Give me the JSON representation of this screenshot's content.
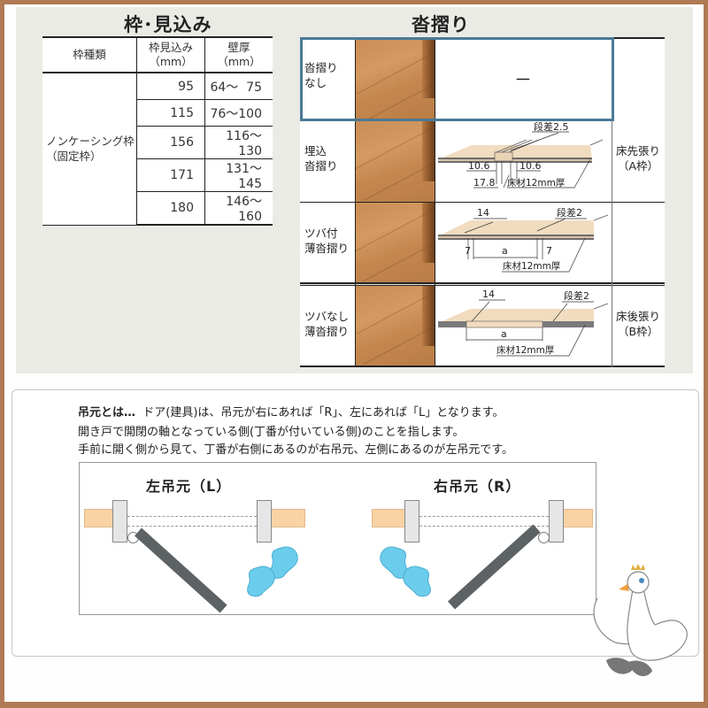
{
  "frame_table": {
    "title": "枠･見込み",
    "headers": [
      "枠種類",
      "枠見込み\n（mm）",
      "壁厚\n（mm）"
    ],
    "header_line1": [
      "枠種類",
      "枠見込み",
      "壁厚"
    ],
    "header_line2": [
      "",
      "（mm）",
      "（mm）"
    ],
    "frame_type_line1": "ノンケーシング枠",
    "frame_type_line2": "（固定枠）",
    "rows": [
      {
        "depth": "95",
        "wall": "64～  75"
      },
      {
        "depth": "115",
        "wall": "76～100"
      },
      {
        "depth": "156",
        "wall": "116～130"
      },
      {
        "depth": "171",
        "wall": "131～145"
      },
      {
        "depth": "180",
        "wall": "146～160"
      }
    ]
  },
  "sill_table": {
    "title": "沓摺り",
    "rows": [
      {
        "label_line1": "沓摺り",
        "label_line2": "なし",
        "diagram": "—",
        "highlighted": true
      },
      {
        "label_line1": "埋込",
        "label_line2": "沓摺り",
        "diagram": {
          "step": "段差2.5",
          "left": "10.6",
          "right": "10.6",
          "width": "17.8",
          "floor": "床材12mm厚"
        }
      },
      {
        "label_line1": "ツバ付",
        "label_line2": "薄沓摺り",
        "diagram": {
          "top": "14",
          "step": "段差2",
          "left": "7",
          "mid": "a",
          "right": "7",
          "floor": "床材12mm厚"
        }
      },
      {
        "label_line1": "ツバなし",
        "label_line2": "薄沓摺り",
        "diagram": {
          "top": "14",
          "step": "段差2",
          "mid": "a",
          "floor": "床材12mm厚"
        }
      }
    ],
    "frame_type_A_line1": "床先張り",
    "frame_type_A_line2": "（A枠）",
    "frame_type_B_line1": "床後張り",
    "frame_type_B_line2": "（B枠）",
    "highlight_color": "#4a7a96"
  },
  "hinge_info": {
    "heading": "吊元とは…",
    "line1": "ドア(建具)は、吊元が右にあれば「R」、左にあれば「L」となります。",
    "line2": "開き戸で開閉の軸となっている側(丁番が付いている側)のことを指します。",
    "line3": "手前に開く側から見て、丁番が右側にあるのが右吊元、左側にあるのが左吊元です。",
    "left_label": "左吊元（L）",
    "right_label": "右吊元（R）"
  },
  "colors": {
    "border": "#b07a55",
    "background": "#ebebe6",
    "wall": "#f9d3a3",
    "door": "#5d6264",
    "footprint": "#6cccec"
  }
}
